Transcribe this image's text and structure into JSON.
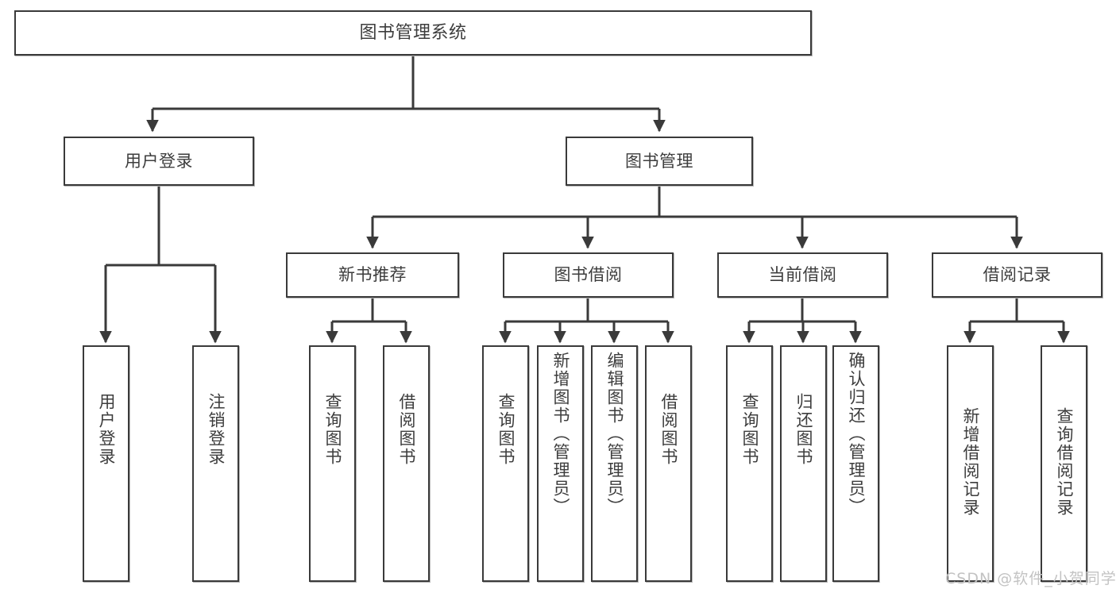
{
  "diagram": {
    "title": "图书管理系统",
    "type": "hierarchy-tree",
    "background_color": "#ffffff",
    "line_color": "#3a3a3a",
    "text_color": "#3d3d3d",
    "levels": 4
  },
  "root": {
    "label": "图书管理系统"
  },
  "level2": [
    {
      "label": "用户登录"
    },
    {
      "label": "图书管理"
    }
  ],
  "level3": [
    {
      "label": "新书推荐"
    },
    {
      "label": "图书借阅"
    },
    {
      "label": "当前借阅"
    },
    {
      "label": "借阅记录"
    }
  ],
  "leaves": {
    "user_login": [
      {
        "label": "用户登录"
      },
      {
        "label": "注销登录"
      }
    ],
    "new_book_recommend": [
      {
        "label": "查询图书"
      },
      {
        "label": "借阅图书"
      }
    ],
    "book_borrow": [
      {
        "label": "查询图书"
      },
      {
        "label": "新增图书（管理员）"
      },
      {
        "label": "编辑图书（管理员）"
      },
      {
        "label": "借阅图书"
      }
    ],
    "current_borrow": [
      {
        "label": "查询图书"
      },
      {
        "label": "归还图书"
      },
      {
        "label": "确认归还（管理员）"
      }
    ],
    "borrow_record": [
      {
        "label": "新增借阅记录"
      },
      {
        "label": "查询借阅记录"
      }
    ]
  },
  "watermark": {
    "text": "CSDN @软件_小贺同学",
    "color": "#c3c3c3"
  }
}
